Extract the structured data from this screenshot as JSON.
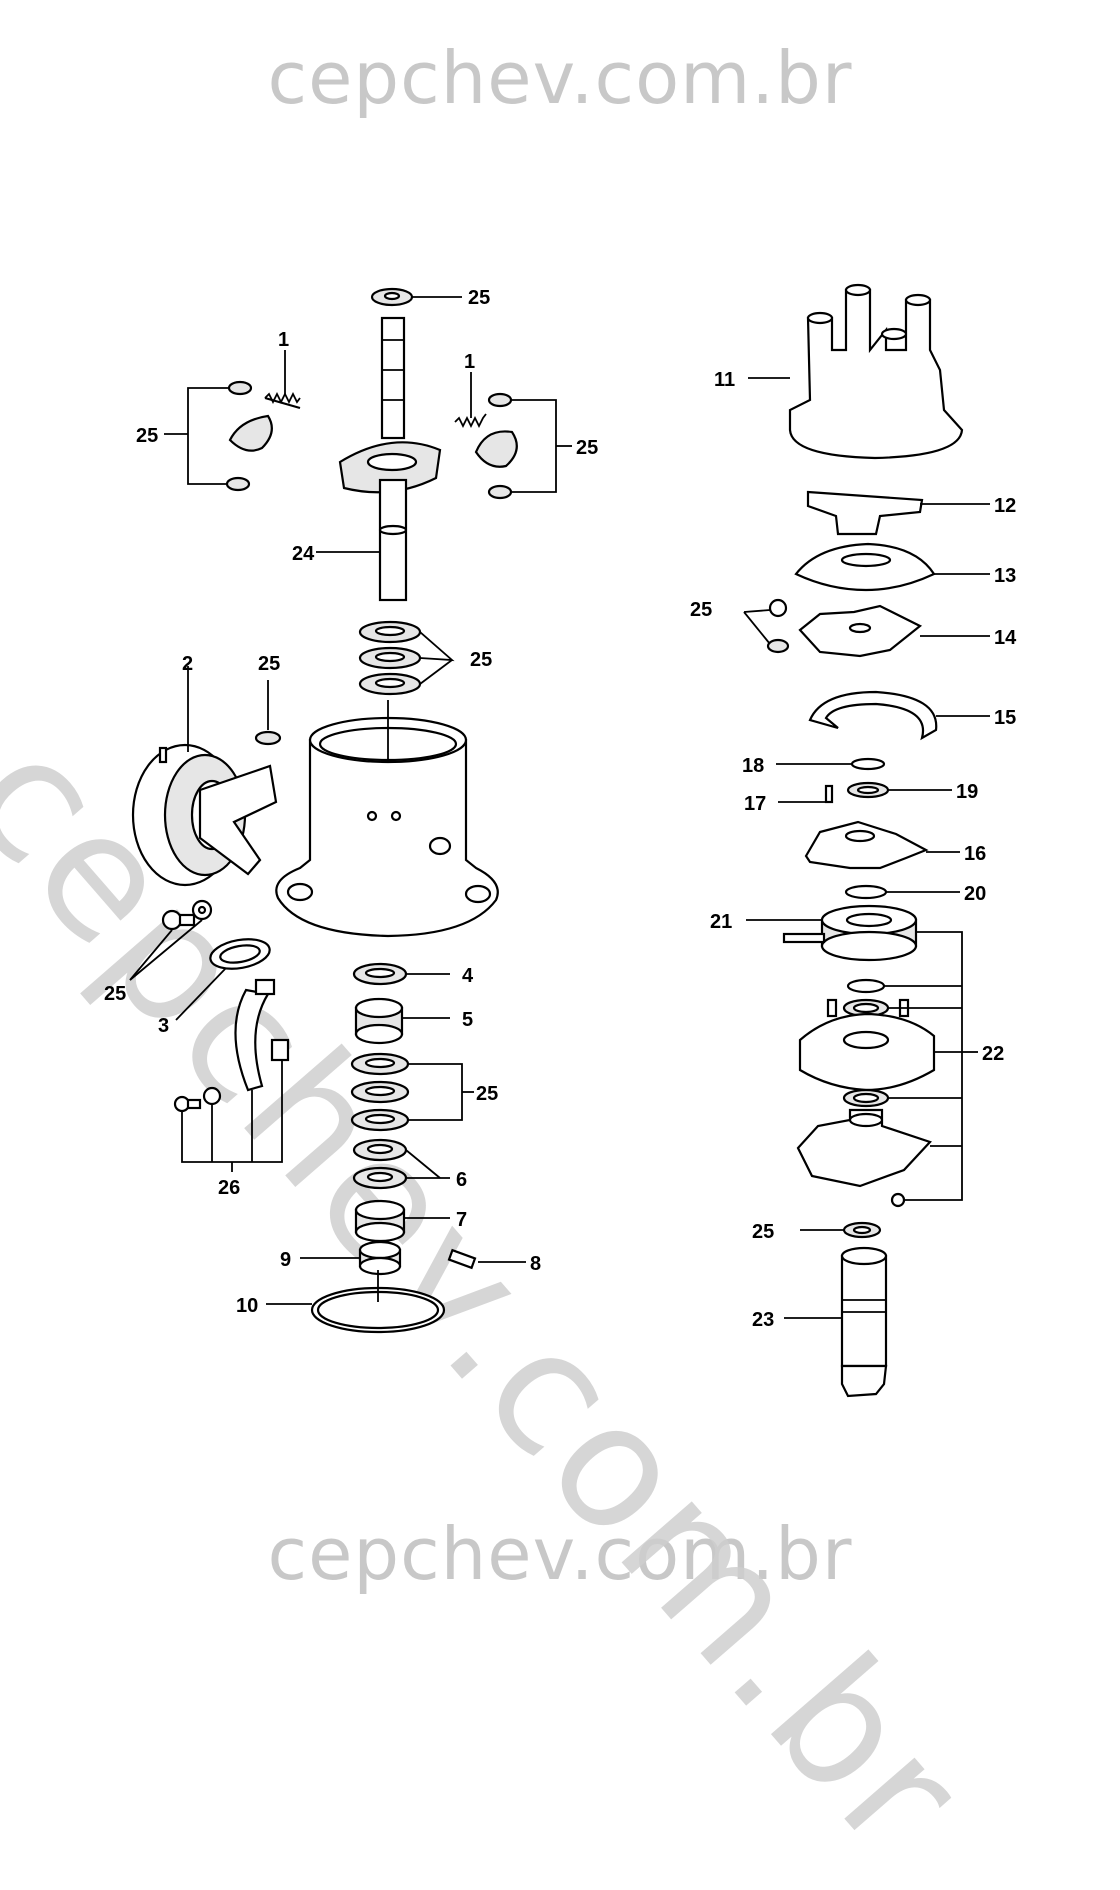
{
  "watermark": {
    "top": "cepchev.com.br",
    "bottom": "cepchev.com.br",
    "diagonal": "cepchev.com.br"
  },
  "callouts": {
    "c25_top": "25",
    "c1_left": "1",
    "c1_right": "1",
    "c25_left": "25",
    "c25_right": "25",
    "c24": "24",
    "c25_washers": "25",
    "c2": "2",
    "c25_mid": "25",
    "c25_screw": "25",
    "c3": "3",
    "c4": "4",
    "c5": "5",
    "c25_lower": "25",
    "c6": "6",
    "c7": "7",
    "c26": "26",
    "c9": "9",
    "c8": "8",
    "c10": "10",
    "c11": "11",
    "c12": "12",
    "c13": "13",
    "c25_r": "25",
    "c14": "14",
    "c15": "15",
    "c18": "18",
    "c19": "19",
    "c17": "17",
    "c16": "16",
    "c20": "20",
    "c21": "21",
    "c22": "22",
    "c25_rb": "25",
    "c23": "23"
  }
}
